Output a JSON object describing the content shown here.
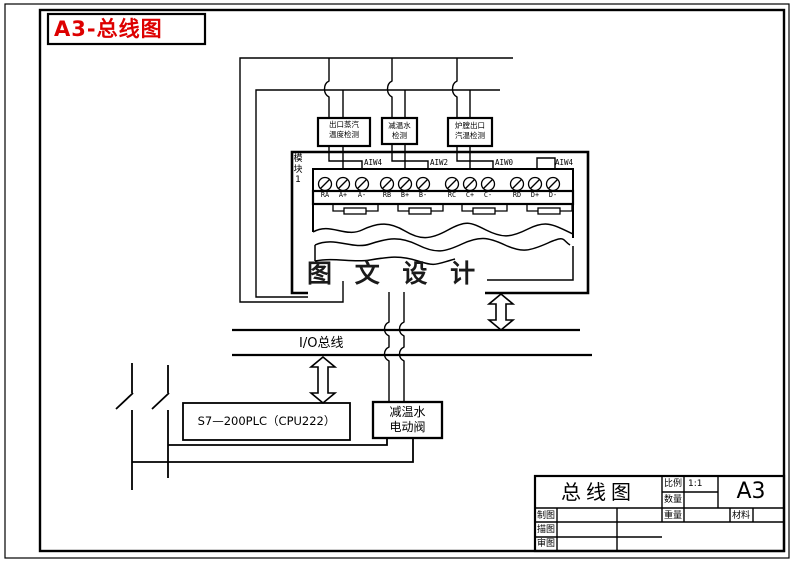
{
  "colors": {
    "accent_red": "#dd0000",
    "ink": "#000000",
    "paper": "#ffffff",
    "watermark_ink": "#1a1a1a"
  },
  "header": {
    "drawing_code_title": "A3-总线图"
  },
  "schematic": {
    "sensor_boxes": [
      {
        "line1": "出口蒸汽",
        "line2": "温度检测"
      },
      {
        "line1": "减温水",
        "line2": "检测"
      },
      {
        "line1": "炉膛出口",
        "line2": "汽温检测"
      }
    ],
    "module_label": "模块1",
    "channel_labels": [
      "AIW4",
      "AIW2",
      "AIW0",
      "AIW4"
    ],
    "terminal_groups": [
      {
        "labels": [
          "RA",
          "A+",
          "A-"
        ]
      },
      {
        "labels": [
          "RB",
          "B+",
          "B-"
        ]
      },
      {
        "labels": [
          "RC",
          "C+",
          "C-"
        ]
      },
      {
        "labels": [
          "RD",
          "D+",
          "D-"
        ]
      }
    ],
    "watermark": "图 文 设 计",
    "io_bus_label": "I/O总线",
    "plc_label": "S7—200PLC（CPU222）",
    "valve_box": {
      "line1": "减温水",
      "line2": "电动阀"
    }
  },
  "title_block": {
    "drawing_title": "总线图",
    "scale_label": "比例",
    "scale_value": "1:1",
    "quantity_label": "数量",
    "sheet_size": "A3",
    "drawn_by_label": "制图",
    "traced_by_label": "描图",
    "reviewed_by_label": "审图",
    "weight_label": "重量",
    "material_label": "材料"
  }
}
